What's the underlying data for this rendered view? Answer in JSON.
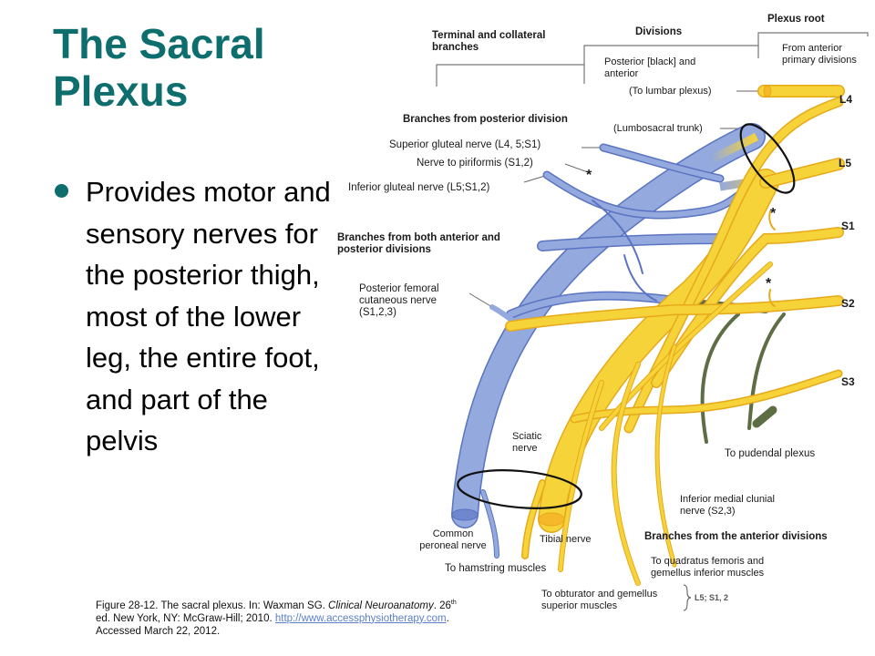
{
  "slide": {
    "title_line1": "The Sacral",
    "title_line2": "Plexus",
    "title_color": "#0e6e6e",
    "bullet": "Provides motor and sensory nerves for the posterior thigh, most of the lower leg, the entire foot, and part of the pelvis"
  },
  "diagram": {
    "colors": {
      "anterior_nerve": "#f7d33a",
      "anterior_outline": "#e6a91a",
      "posterior_nerve": "#94a9dd",
      "posterior_outline": "#5a74c2",
      "pudendal_nerve": "#5d6e45",
      "bracket_line": "#777777"
    },
    "header": {
      "terminal": "Terminal and collateral branches",
      "divisions": "Divisions",
      "divisions_desc": "Posterior [black] and anterior",
      "plexus_root": "Plexus root",
      "plexus_root_desc": "From anterior primary divisions"
    },
    "roots": [
      "L4",
      "L5",
      "S1",
      "S2",
      "S3"
    ],
    "labels": {
      "to_lumbar": "(To lumbar plexus)",
      "lumbosacral_trunk": "(Lumbosacral trunk)",
      "posterior_division_heading": "Branches from posterior division",
      "superior_gluteal": "Superior gluteal nerve  (L4, 5;S1)",
      "piriformis": "Nerve  to piriformis  (S1,2)",
      "inferior_gluteal": "Inferior gluteal nerve  (L5;S1,2)",
      "both_divisions_heading": "Branches from both anterior and posterior divisions",
      "posterior_femoral": "Posterior femoral cutaneous nerve (S1,2,3)",
      "sciatic": "Sciatic nerve",
      "common_peroneal": "Common peroneal  nerve",
      "tibial": "Tibial nerve",
      "hamstring": "To hamstring  muscles",
      "pudendal": "To  pudendal  plexus",
      "inferior_medial_clunial": "Inferior medial clunial nerve (S2,3)",
      "anterior_divisions_heading": "Branches from the anterior divisions",
      "quadratus": "To quadratus femoris and gemellus inferior muscles",
      "obturator": "To obturator and gemellus superior muscles",
      "bracket_roots": "L5; S1, 2",
      "asterisk": "*"
    }
  },
  "citation": {
    "part1": "Figure 28-12. The  sacral plexus. In: Waxman SG. ",
    "book_title": "Clinical Neuroanatomy",
    "part2": ".  26",
    "edition_sup": "th",
    "part3": " ed. New York, NY: McGraw-Hill;  2010. ",
    "link": "http://www.accessphysiotherapy.com",
    "part4": ". Accessed March 22, 2012."
  }
}
